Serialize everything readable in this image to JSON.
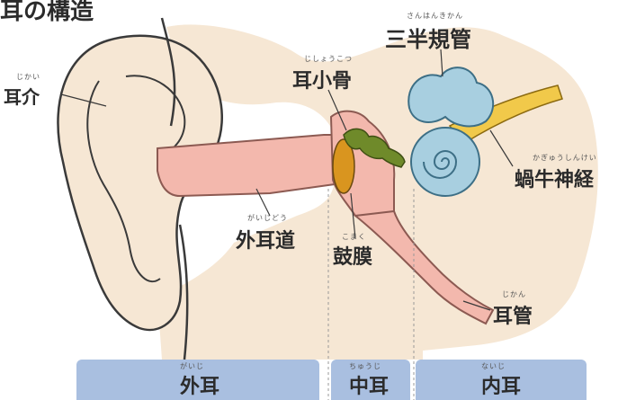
{
  "title": "耳の構造",
  "labels": {
    "jikai": {
      "text": "耳介",
      "ruby": "じかい"
    },
    "jishoukotsu": {
      "text": "耳小骨",
      "ruby": "じしょうこつ"
    },
    "sanhankikan": {
      "text": "三半規管",
      "ruby": "さんはんきかん"
    },
    "kagyuushinkei": {
      "text": "蝸牛神経",
      "ruby": "かぎゅうしんけい"
    },
    "gaijidou": {
      "text": "外耳道",
      "ruby": "がいじどう"
    },
    "komaku": {
      "text": "鼓膜",
      "ruby": "こまく"
    },
    "jikan": {
      "text": "耳管",
      "ruby": "じかん"
    }
  },
  "sections": {
    "gaiji": {
      "text": "外耳",
      "ruby": "がいじ"
    },
    "chuuji": {
      "text": "中耳",
      "ruby": "ちゅうじ"
    },
    "naiji": {
      "text": "内耳",
      "ruby": "ないじ"
    }
  },
  "colors": {
    "skin": "#f6e7d4",
    "ear_outline": "#3a3a3a",
    "canal": "#f3b8ad",
    "canal_stroke": "#8c5a52",
    "ossicles": "#d9951f",
    "inner_ear": "#a8cfe0",
    "nerve": "#f1c94a",
    "band": "#a9bfe0"
  }
}
